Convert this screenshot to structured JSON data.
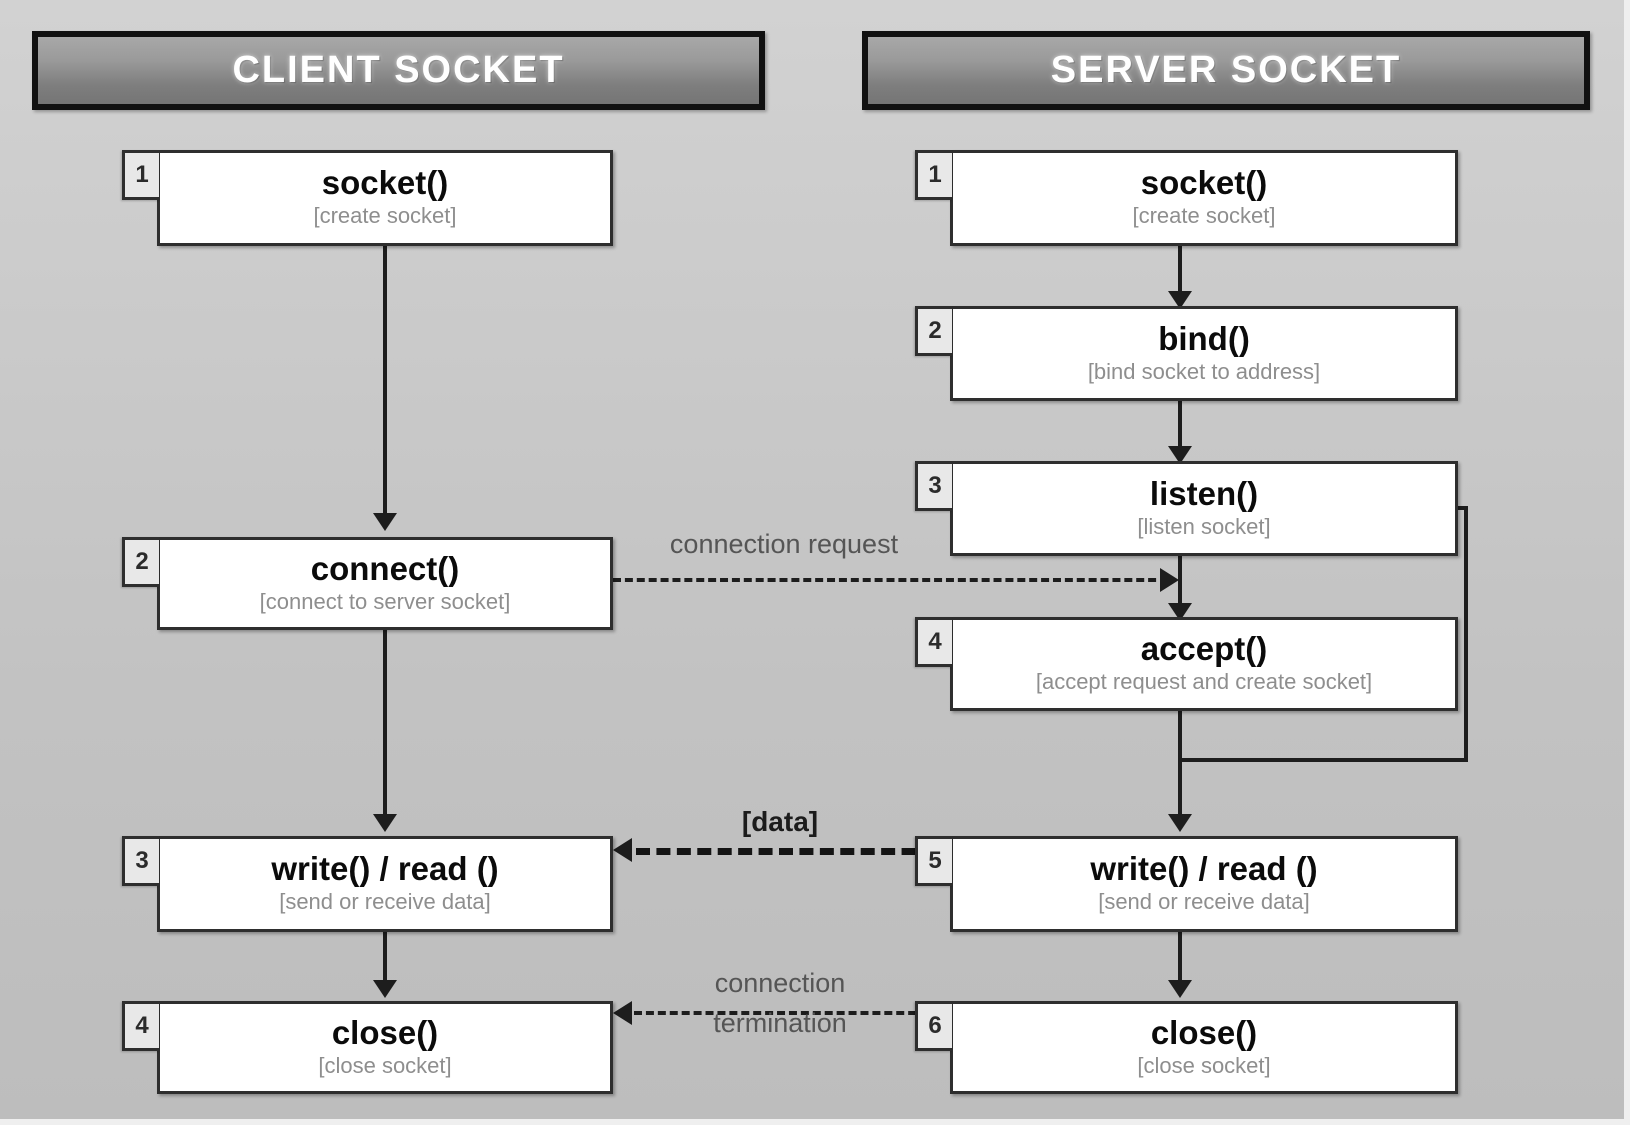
{
  "columns": {
    "client": {
      "title": "CLIENT SOCKET"
    },
    "server": {
      "title": "SERVER SOCKET"
    }
  },
  "client_steps": [
    {
      "number": "1",
      "name": "socket()",
      "description": "[create socket]"
    },
    {
      "number": "2",
      "name": "connect()",
      "description": "[connect to server socket]"
    },
    {
      "number": "3",
      "name": "write() / read ()",
      "description": "[send or receive data]"
    },
    {
      "number": "4",
      "name": "close()",
      "description": "[close socket]"
    }
  ],
  "server_steps": [
    {
      "number": "1",
      "name": "socket()",
      "description": "[create socket]"
    },
    {
      "number": "2",
      "name": "bind()",
      "description": "[bind socket to address]"
    },
    {
      "number": "3",
      "name": "listen()",
      "description": "[listen socket]"
    },
    {
      "number": "4",
      "name": "accept()",
      "description": "[accept request and create socket]"
    },
    {
      "number": "5",
      "name": "write() / read ()",
      "description": "[send or receive data]"
    },
    {
      "number": "6",
      "name": "close()",
      "description": "[close socket]"
    }
  ],
  "messages": {
    "connection_request": "connection  request",
    "data": "[data]",
    "termination_line1": "connection",
    "termination_line2": "termination"
  },
  "colors": {
    "background": "#c6c6c6",
    "header_fill_top": "#a8a8a8",
    "header_fill_bottom": "#757575",
    "header_text": "#ffffff",
    "box_fill": "#ffffff",
    "box_border": "#2e2e2e",
    "title_text": "#0b0b0b",
    "subtitle_text": "#8e8e8e",
    "connector": "#1d1d1d",
    "badge_fill": "#e8e8e8"
  }
}
